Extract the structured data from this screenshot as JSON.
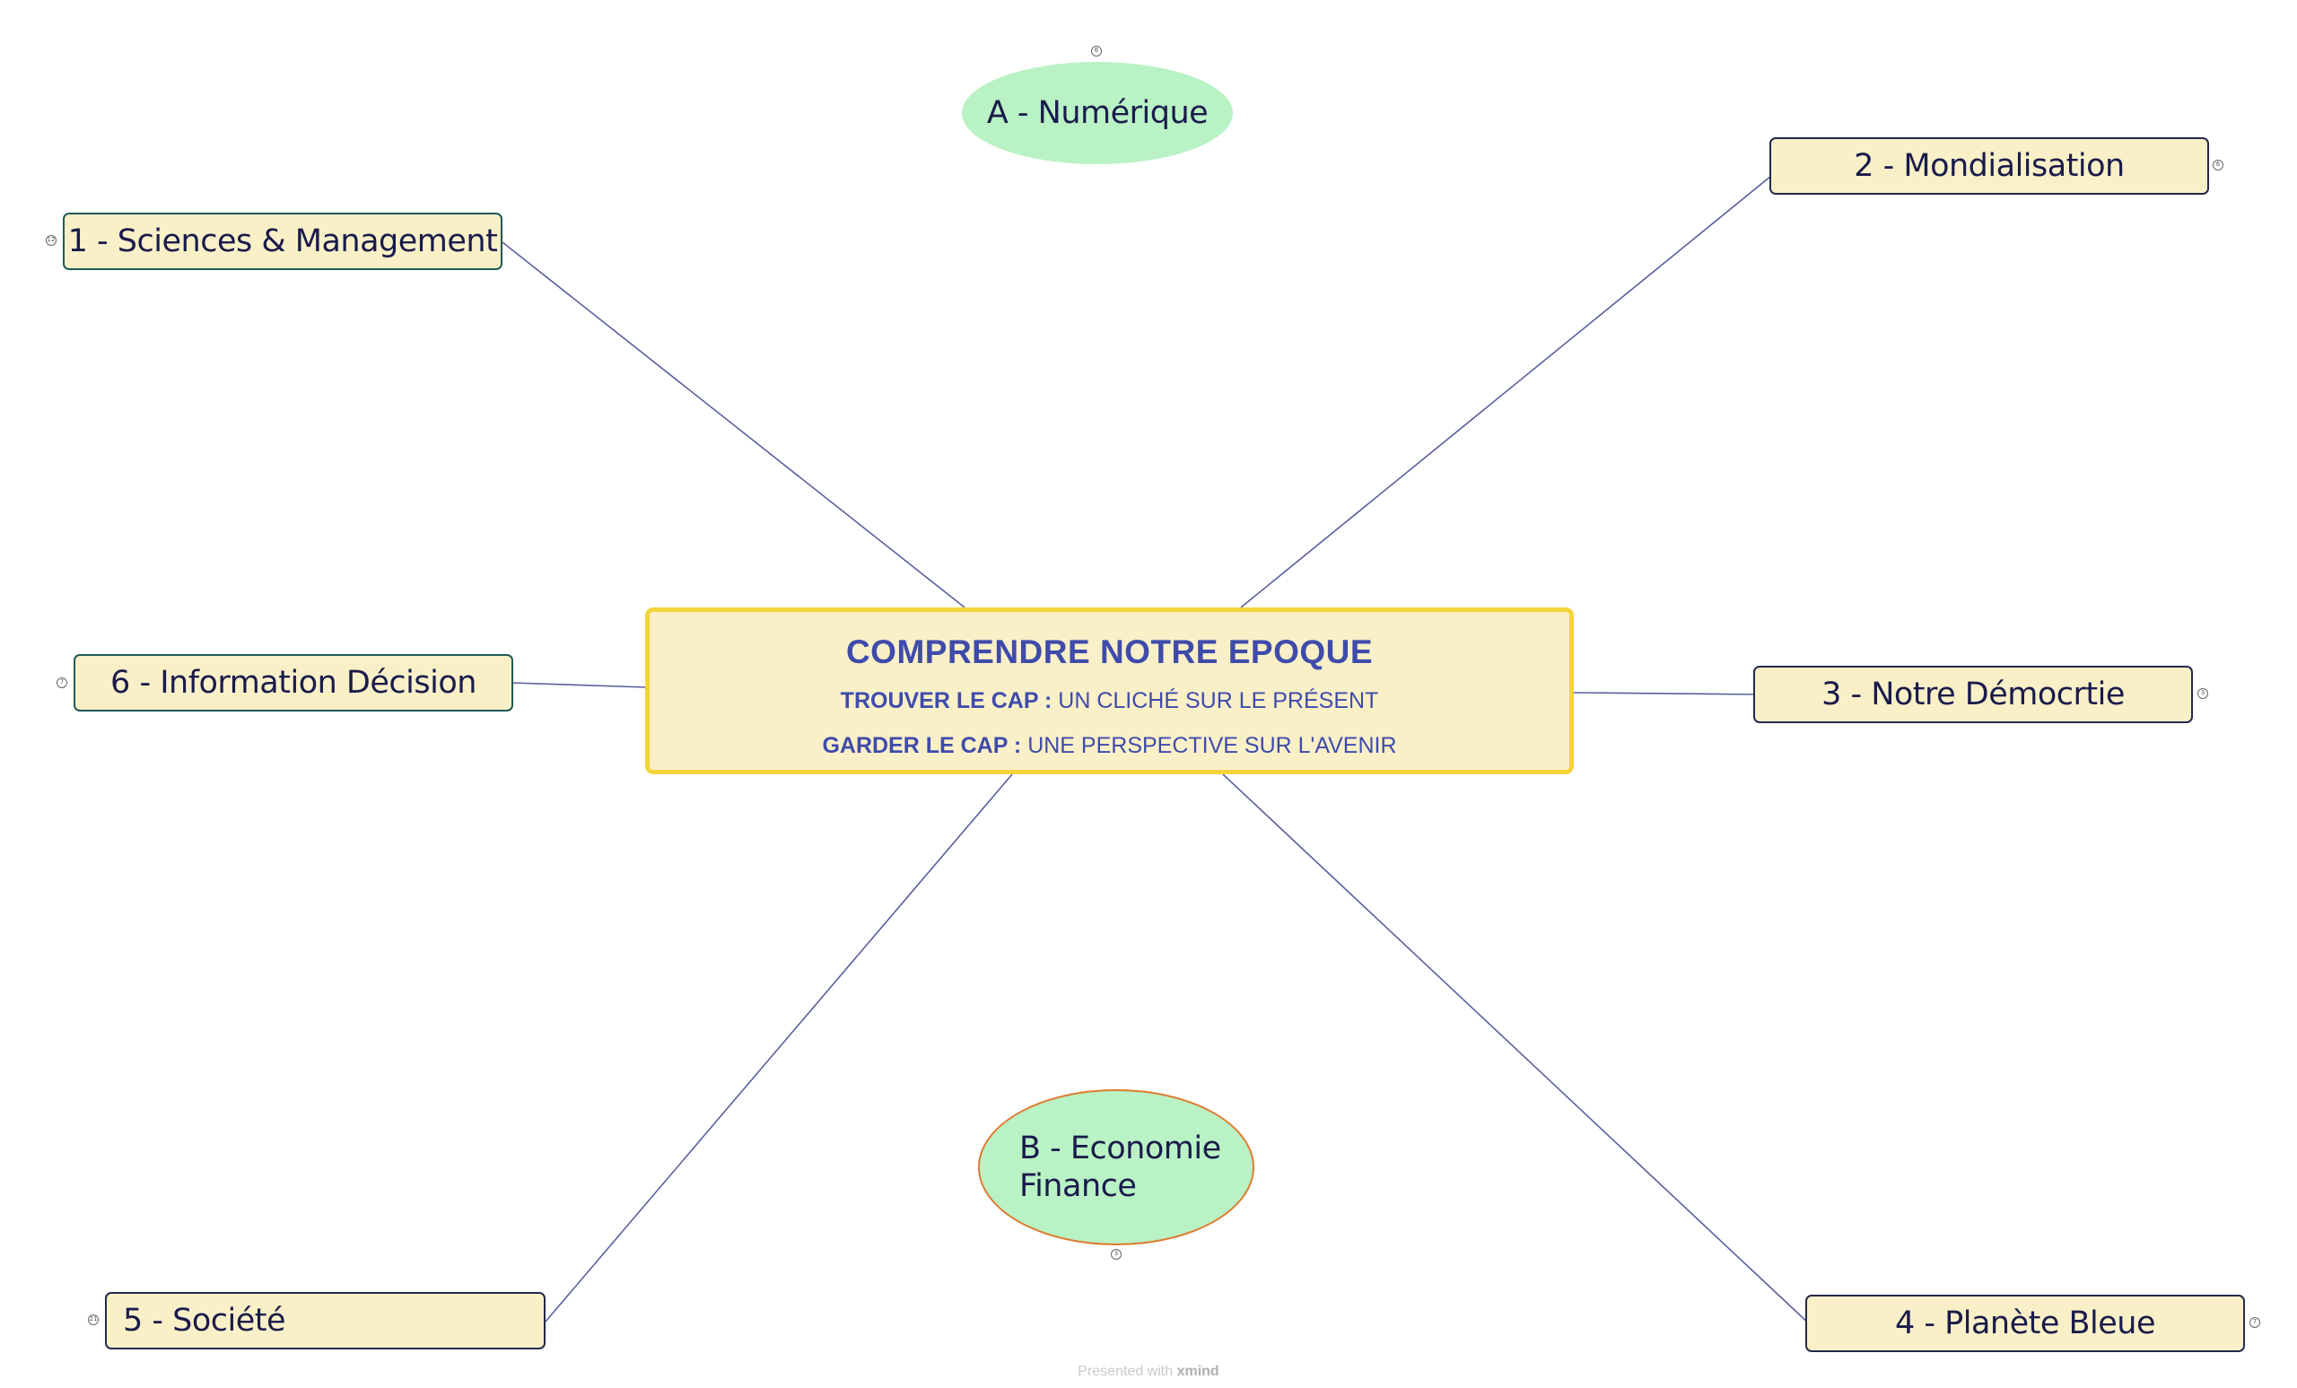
{
  "central": {
    "title": "COMPRENDRE NOTRE EPOQUE",
    "line1_bold": "TROUVER LE CAP :",
    "line1_text": "UN CLICHÉ SUR LE PRÉSENT",
    "line2_bold": "GARDER LE CAP :",
    "line2_text": "UNE PERSPECTIVE SUR L'AVENIR"
  },
  "topics": {
    "sciences": {
      "label": "1 - Sciences  & Management",
      "badge": "12"
    },
    "mondialisation": {
      "label": "2 - Mondialisation",
      "badge": "6"
    },
    "democratie": {
      "label": "3 - Notre Démocrtie",
      "badge": "3"
    },
    "planete": {
      "label": "4 - Planète Bleue",
      "badge": "7"
    },
    "societe": {
      "label": "5 - Société",
      "badge": "21"
    },
    "information": {
      "label": "6 - Information Décision",
      "badge": "7"
    }
  },
  "floating": {
    "numerique": {
      "label": "A - Numérique",
      "badge": "6"
    },
    "economie": {
      "label_line1": "B - Economie",
      "label_line2": "Finance",
      "badge": "3"
    }
  },
  "footer": {
    "presented": "Presented with",
    "brand": "xmind"
  },
  "colors": {
    "topic_fill": "#f9f0c8",
    "central_border": "#f3d43b",
    "central_text": "#3f4bab",
    "floating_fill": "#b9f2c4",
    "connector": "#5a5f9e"
  }
}
